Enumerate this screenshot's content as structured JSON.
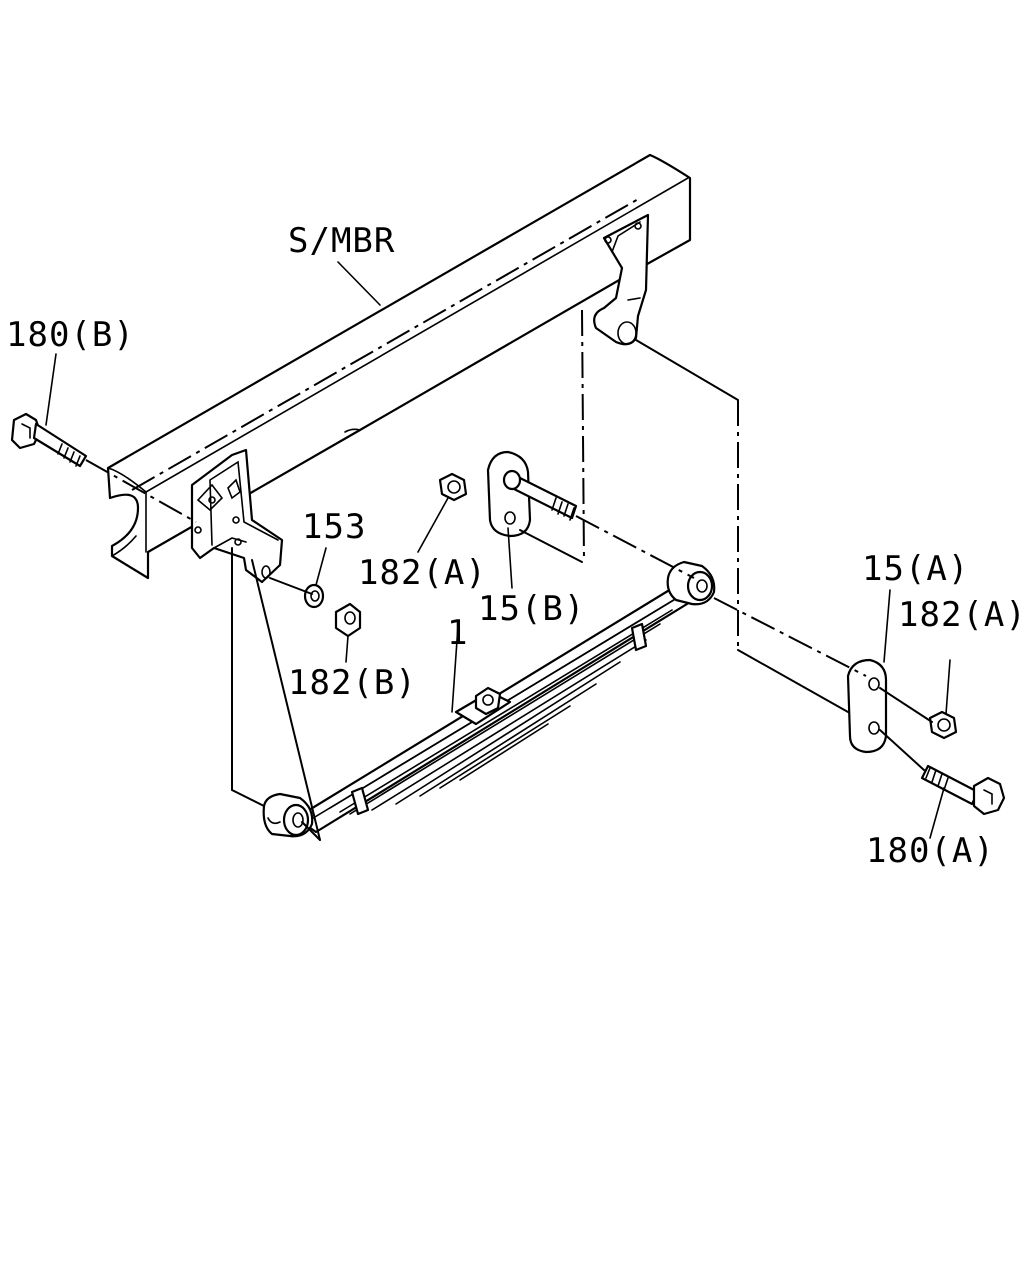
{
  "labels": {
    "side_member": "S/MBR",
    "bolt_b": "180(B)",
    "bolt_a": "180(A)",
    "washer": "153",
    "nut_a_center": "182(A)",
    "nut_a_right": "182(A)",
    "nut_b": "182(B)",
    "shackle_b": "15(B)",
    "shackle_a": "15(A)",
    "leaf_spring": "1"
  }
}
